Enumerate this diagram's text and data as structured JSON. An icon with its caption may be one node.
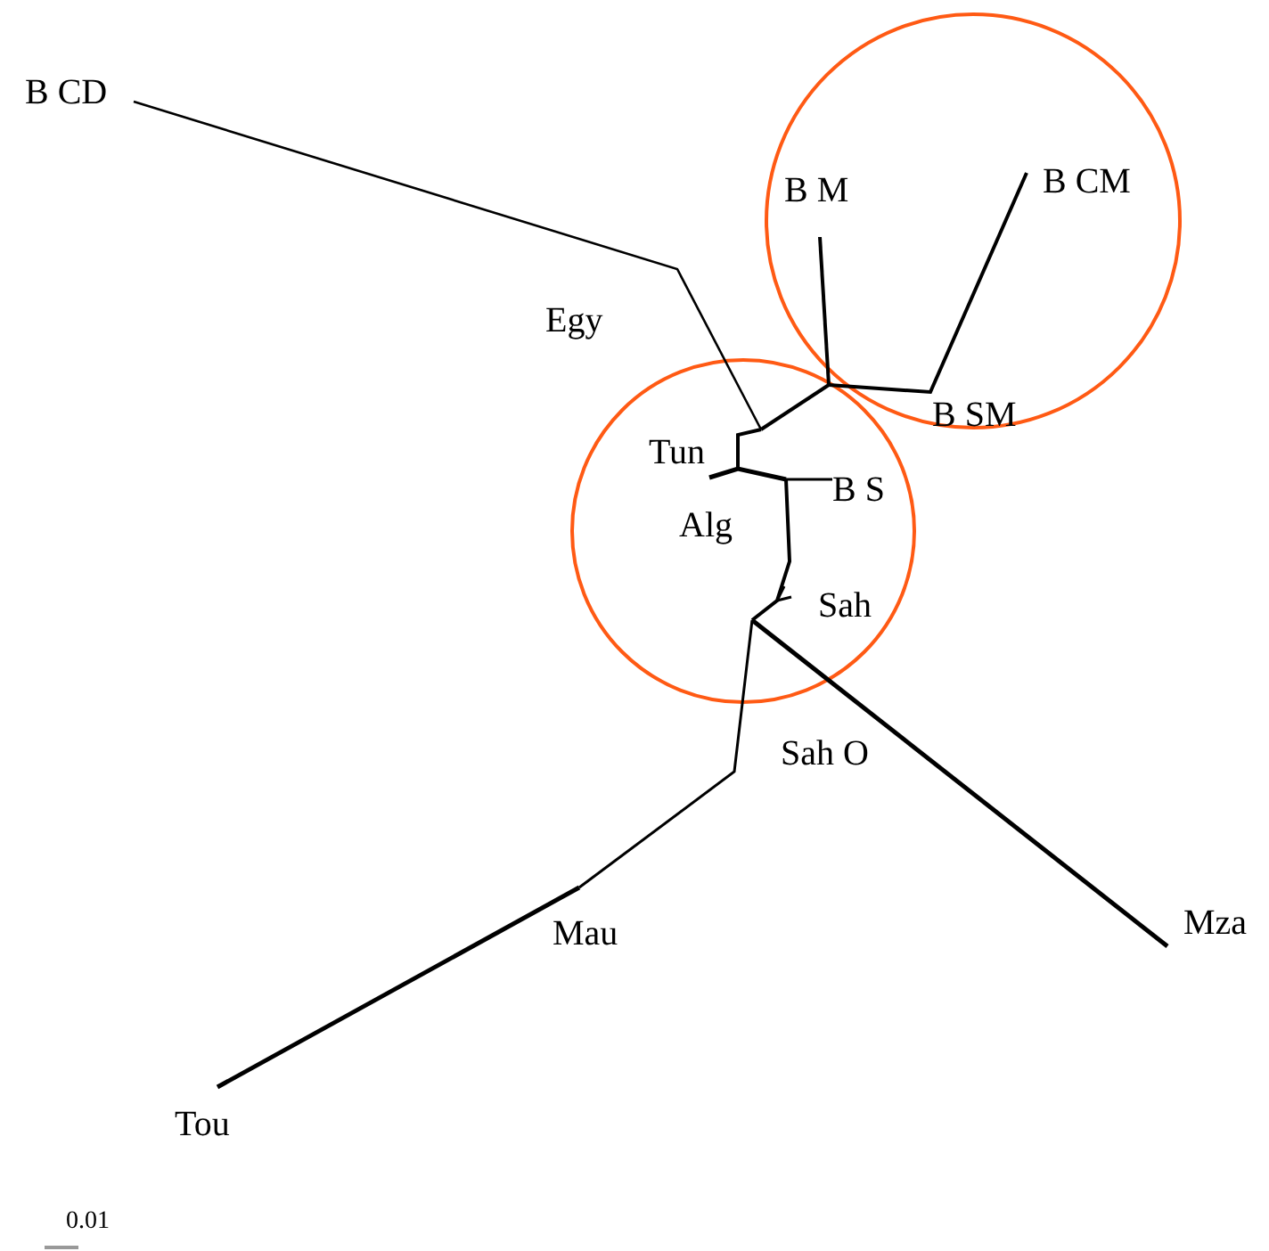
{
  "diagram": {
    "labels": [
      "B CD",
      "B M",
      "B CM",
      "Egy",
      "B SM",
      "Tun",
      "B S",
      "Alg",
      "Sah",
      "Sah O",
      "Mza",
      "Mau",
      "Tou",
      "0.01"
    ]
  }
}
